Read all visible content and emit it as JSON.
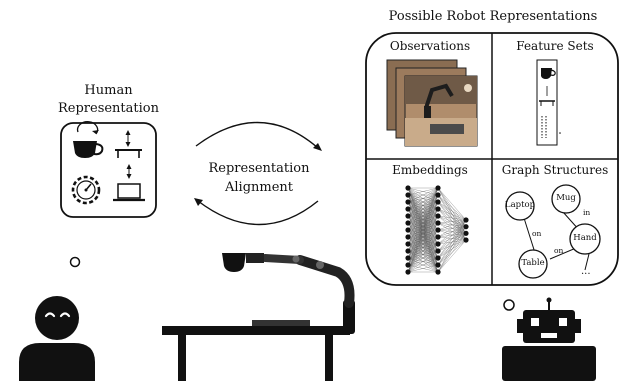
{
  "human_representation": {
    "title_line1": "Human",
    "title_line2": "Representation"
  },
  "alignment": {
    "line1": "Representation",
    "line2": "Alignment"
  },
  "robot_representations": {
    "title": "Possible Robot Representations",
    "panels": {
      "observations": "Observations",
      "feature_sets": "Feature Sets",
      "embeddings": "Embeddings",
      "graph_structures": "Graph Structures"
    },
    "graph": {
      "nodes": {
        "laptop": "Laptop",
        "mug": "Mug",
        "hand": "Hand",
        "table": "Table"
      },
      "edges": {
        "laptop_table": "on",
        "mug_hand": "in",
        "hand_table": "on"
      },
      "more": "..."
    }
  }
}
